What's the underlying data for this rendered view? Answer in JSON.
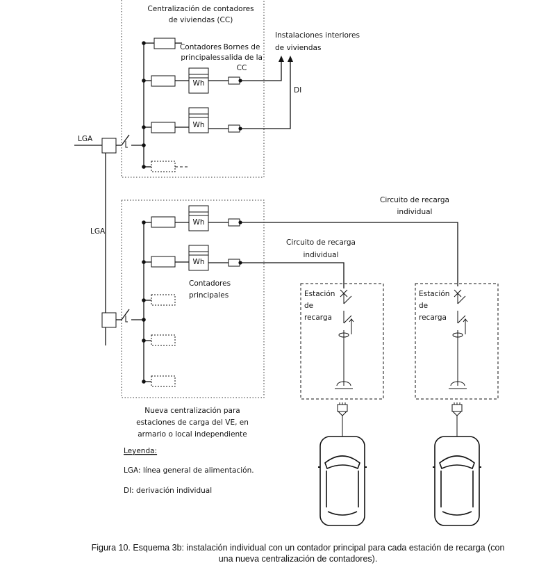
{
  "labels": {
    "cc_title_1": "Centralización de contadores",
    "cc_title_2": "de viviendas (CC)",
    "contadores_1": "Contadores",
    "contadores_2": "principales",
    "bornes_1": "Bornes de",
    "bornes_2": "salida de la",
    "bornes_3": "CC",
    "inst_1": "Instalaciones interiores",
    "inst_2": "de viviendas",
    "di": "DI",
    "lga_top": "LGA",
    "lga_mid": "LGA",
    "meter": "Wh",
    "circ_right_1": "Circuito de recarga",
    "circ_right_2": "individual",
    "circ_left_1": "Circuito de recarga",
    "circ_left_2": "individual",
    "contadores_b_1": "Contadores",
    "contadores_b_2": "principales",
    "estacion_1": "Estación",
    "estacion_2": "de",
    "estacion_3": "recarga",
    "nueva_1": "Nueva centralización para",
    "nueva_2": "estaciones de carga del VE, en",
    "nueva_3": "armario o local independiente"
  },
  "legend": {
    "title": "Leyenda:",
    "lga": "LGA: línea general de alimentación.",
    "di": "DI: derivación individual"
  },
  "caption": {
    "line1": "Figura 10. Esquema 3b: instalación individual con un contador principal para cada estación de recarga (con",
    "line2": "una nueva centralización de contadores)."
  }
}
